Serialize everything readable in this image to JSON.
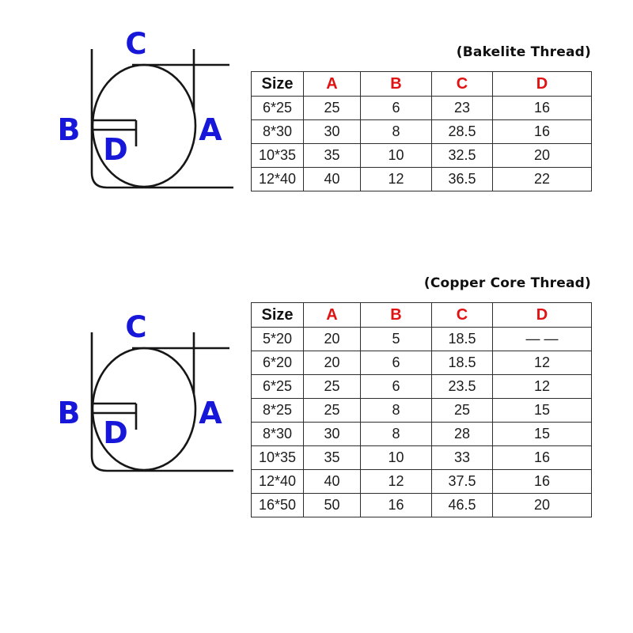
{
  "diagram": {
    "labels": {
      "a": "A",
      "b": "B",
      "c": "C",
      "d": "D"
    },
    "label_color": "#1717da",
    "line_color": "#161616"
  },
  "colors": {
    "header_red": "#e01212",
    "text_black": "#1c1c1c",
    "background": "#ffffff"
  },
  "tables": [
    {
      "title": "(Bakelite Thread)",
      "headers": [
        "Size",
        "A",
        "B",
        "C",
        "D"
      ],
      "rows": [
        [
          "6*25",
          "25",
          "6",
          "23",
          "16"
        ],
        [
          "8*30",
          "30",
          "8",
          "28.5",
          "16"
        ],
        [
          "10*35",
          "35",
          "10",
          "32.5",
          "20"
        ],
        [
          "12*40",
          "40",
          "12",
          "36.5",
          "22"
        ]
      ]
    },
    {
      "title": "(Copper Core Thread)",
      "headers": [
        "Size",
        "A",
        "B",
        "C",
        "D"
      ],
      "rows": [
        [
          "5*20",
          "20",
          "5",
          "18.5",
          "— —"
        ],
        [
          "6*20",
          "20",
          "6",
          "18.5",
          "12"
        ],
        [
          "6*25",
          "25",
          "6",
          "23.5",
          "12"
        ],
        [
          "8*25",
          "25",
          "8",
          "25",
          "15"
        ],
        [
          "8*30",
          "30",
          "8",
          "28",
          "15"
        ],
        [
          "10*35",
          "35",
          "10",
          "33",
          "16"
        ],
        [
          "12*40",
          "40",
          "12",
          "37.5",
          "16"
        ],
        [
          "16*50",
          "50",
          "16",
          "46.5",
          "20"
        ]
      ]
    }
  ]
}
